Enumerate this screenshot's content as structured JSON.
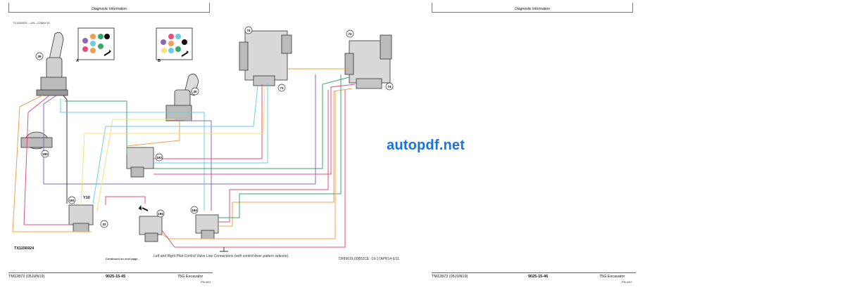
{
  "header": {
    "left_title": "Diagnostic Information",
    "right_title": "Diagnostic Information"
  },
  "diagram": {
    "image_ref": "TX1156924 —UN—22MAY14",
    "caption": "Left and Right Pilot Control Valve Line Connections (with control lever pattern selector)",
    "figure_id": "TX1156924",
    "continued": "Continued on next page",
    "doc_code": "DF89619,00B52CE -19-17APR14-6/11",
    "inset_a": "A",
    "inset_b": "B",
    "y10": "Y10",
    "callouts": [
      "39",
      "40",
      "150",
      "163",
      "151",
      "22",
      "194",
      "194",
      "74",
      "73",
      "72",
      "74"
    ]
  },
  "watermark": "autopdf.net",
  "footer_left": {
    "doc": "TM12873 (05JUN19)",
    "page": "9025-15-45",
    "model": "75G Excavator",
    "sub": "PN=601"
  },
  "footer_right": {
    "doc": "TM12873 (05JUN19)",
    "page": "9025-15-46",
    "model": "75G Excavator",
    "sub": "PN=602"
  },
  "colors": {
    "orange": "#f0a050",
    "green": "#3aa66a",
    "cyan": "#6ccde0",
    "purple": "#8a6ab8",
    "red": "#e0507a",
    "yellow": "#f3e27a",
    "dark": "#333333",
    "watermark": "#1a73d9"
  }
}
